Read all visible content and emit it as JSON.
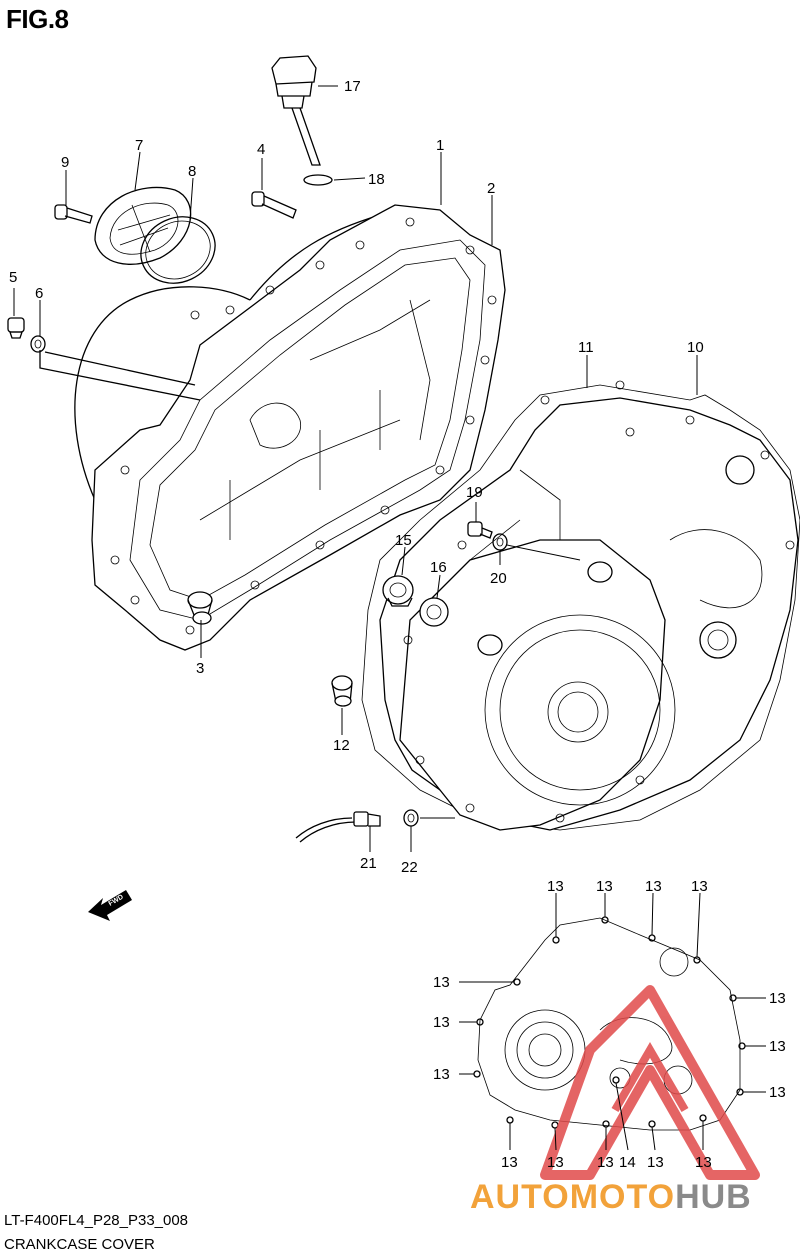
{
  "figure": {
    "title": "FIG.8",
    "code": "LT-F400FL4_P28_P33_008",
    "name": "CRANKCASE COVER"
  },
  "watermark": {
    "brand_part1": "AUTOMOTO",
    "brand_part2": "HUB",
    "color_accent": "#f2a23a",
    "color_gray": "#8a8a8a",
    "color_logo": "#e04a4a"
  },
  "fwd_label": "FWD",
  "callouts": {
    "c1": "1",
    "c2": "2",
    "c3": "3",
    "c4": "4",
    "c5": "5",
    "c6": "6",
    "c7": "7",
    "c8": "8",
    "c9": "9",
    "c10": "10",
    "c11": "11",
    "c12": "12",
    "c13": "13",
    "c14": "14",
    "c15": "15",
    "c16": "16",
    "c17": "17",
    "c18": "18",
    "c19": "19",
    "c20": "20",
    "c21": "21",
    "c22": "22"
  }
}
